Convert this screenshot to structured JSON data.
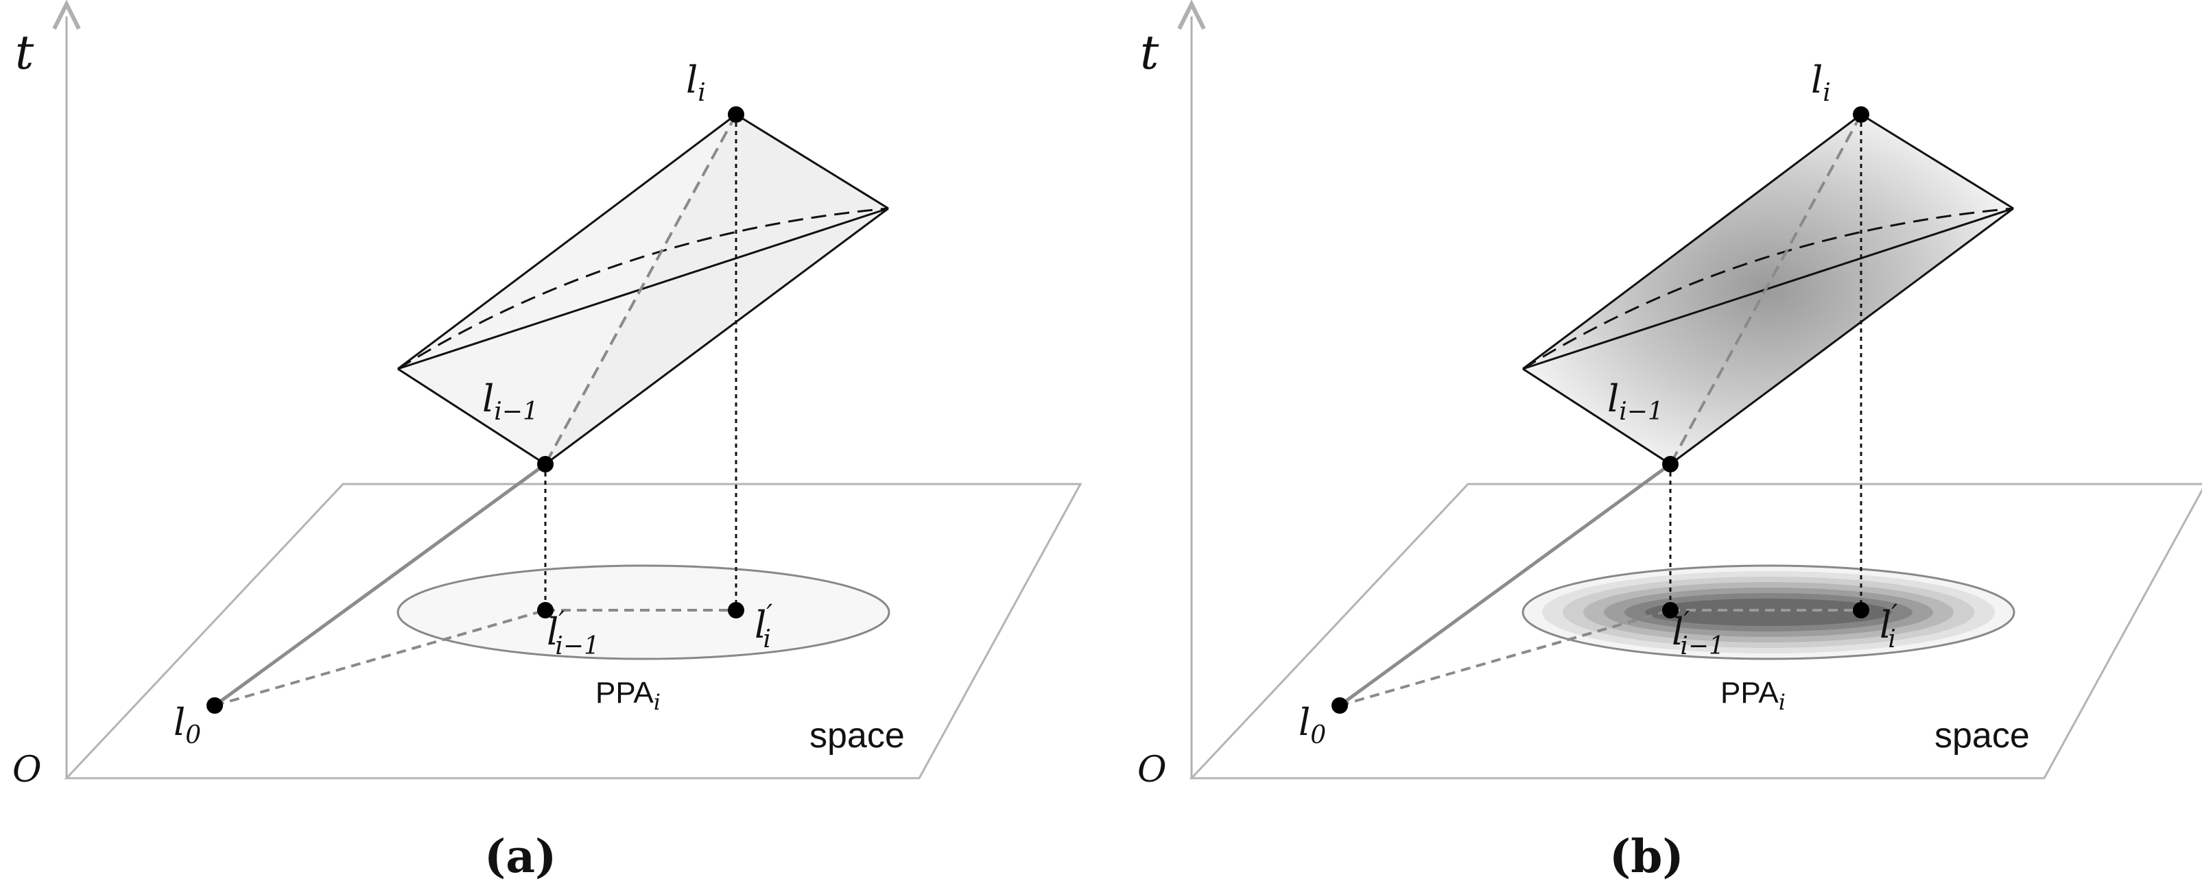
{
  "panels": [
    {
      "id": "a",
      "caption": "(a)",
      "axis_t_label": "t",
      "origin_label": "O",
      "plane_label": "space",
      "ellipse_label": "PPA",
      "ellipse_label_sub": "i",
      "point_l0": {
        "base": "l",
        "sub": "0"
      },
      "point_li_top": {
        "base": "l",
        "sub": "i"
      },
      "point_li1_top": {
        "base": "l",
        "sub": "i−1"
      },
      "point_li_proj": {
        "base": "l",
        "prime": "′",
        "sub": "i"
      },
      "point_li1_proj": {
        "base": "l",
        "prime": "′",
        "sub": "i−1"
      },
      "shading": "uniform"
    },
    {
      "id": "b",
      "caption": "(b)",
      "axis_t_label": "t",
      "origin_label": "O",
      "plane_label": "space",
      "ellipse_label": "PPA",
      "ellipse_label_sub": "i",
      "point_l0": {
        "base": "l",
        "sub": "0"
      },
      "point_li_top": {
        "base": "l",
        "sub": "i"
      },
      "point_li1_top": {
        "base": "l",
        "sub": "i−1"
      },
      "point_li_proj": {
        "base": "l",
        "prime": "′",
        "sub": "i"
      },
      "point_li1_proj": {
        "base": "l",
        "prime": "′",
        "sub": "i−1"
      },
      "shading": "gradient"
    }
  ],
  "colors": {
    "axis": "#b0b0b0",
    "plane": "#b4b4b4",
    "edge": "#111111",
    "dashed_gray": "#8a8a8a",
    "uniform_fill": "#f0f0f0",
    "ellipse_fill": "#f7f7f7"
  }
}
